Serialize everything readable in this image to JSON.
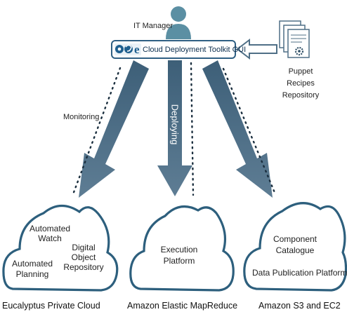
{
  "diagram": {
    "actor_label": "IT Manager",
    "gui_label": "Cloud Deployment Toolkit GUI",
    "browser_icons": [
      "chrome-icon",
      "firefox-icon",
      "ie-icon"
    ],
    "repository_label": "Puppet\nRecipes\nRepository",
    "monitoring_label": "Monitoring",
    "deploying_label": "Deploying",
    "clouds": [
      {
        "caption": "Eucalyptus Private Cloud",
        "items": [
          "Automated\nWatch",
          "Digital\nObject\nRepository",
          "Automated\nPlanning"
        ]
      },
      {
        "caption": "Amazon Elastic MapReduce",
        "items": [
          "Execution\nPlatform"
        ]
      },
      {
        "caption": "Amazon S3 and EC2",
        "items": [
          "Component\nCatalogue",
          "Data Publication Platform"
        ]
      }
    ],
    "colors": {
      "arrow": "#4f6f86",
      "person": "#5b8fa3",
      "gui_border": "#2f5f83",
      "dotted": "#1b2f3f",
      "cloud_stroke": "#2d5f7d"
    }
  }
}
